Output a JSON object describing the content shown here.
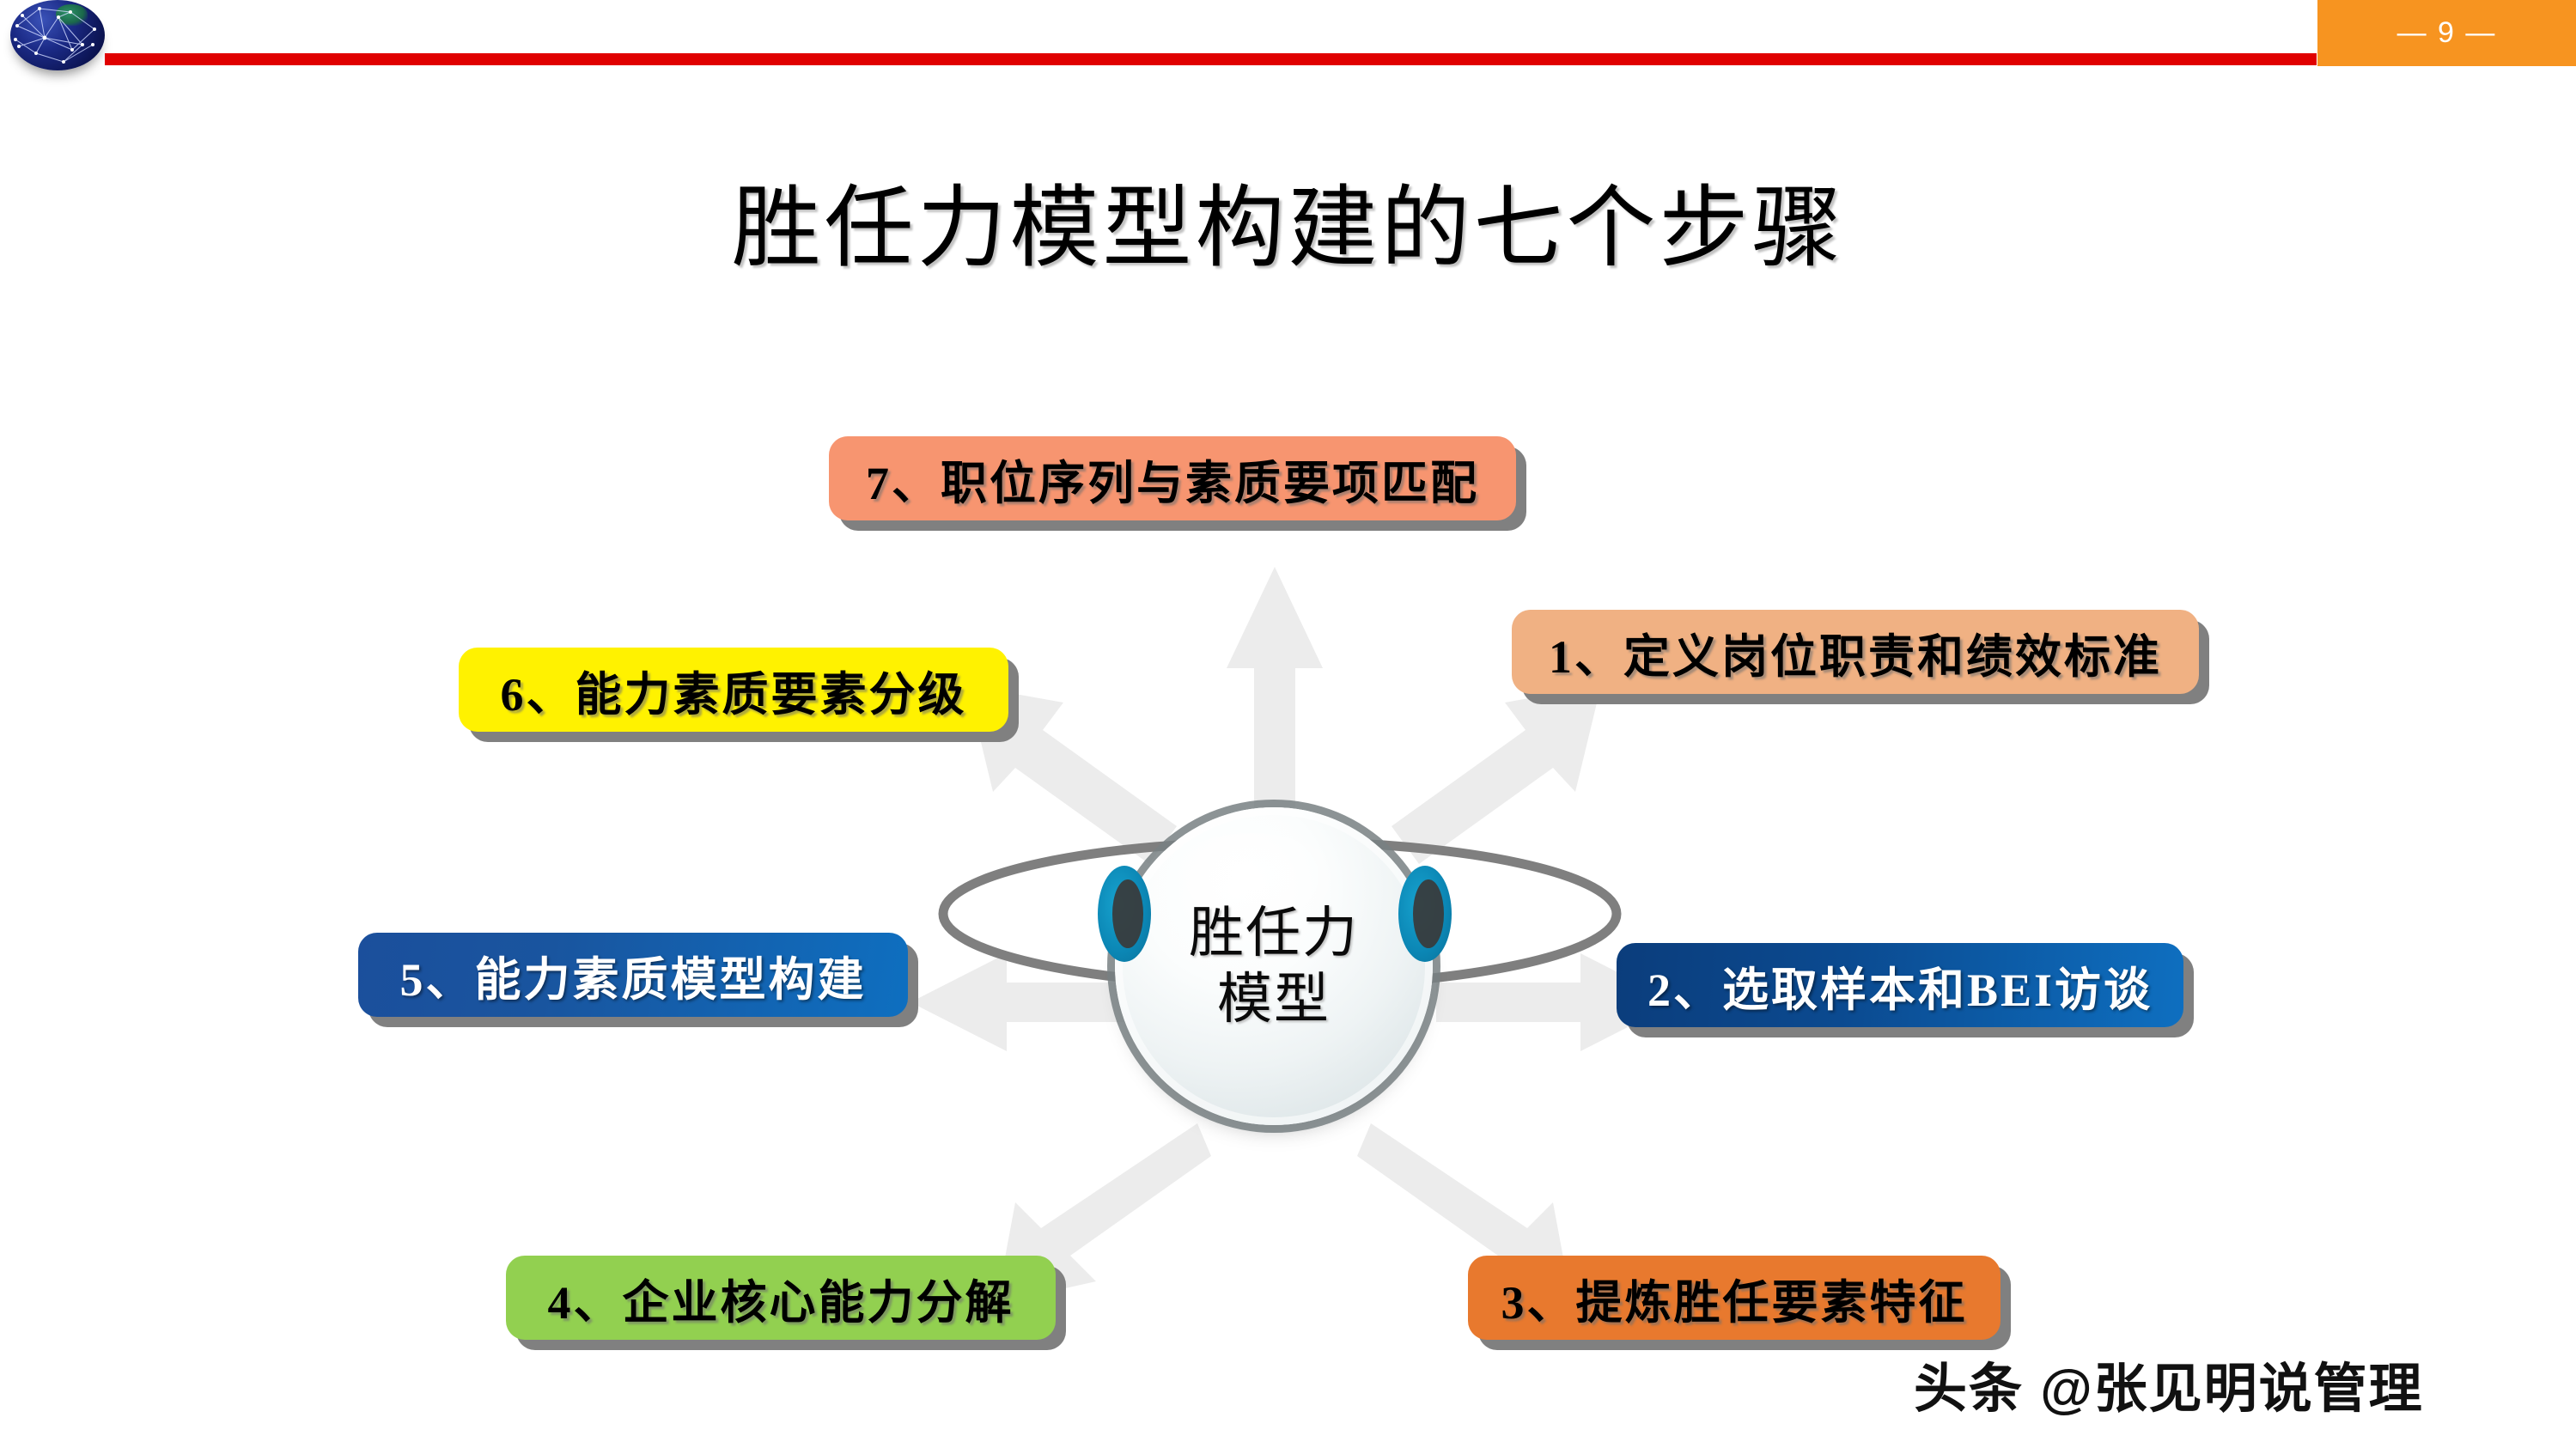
{
  "header": {
    "page_number": "— 9 —",
    "logo_icon": "globe-network-icon",
    "badge_color": "#F79420",
    "rule_color": "#E00000"
  },
  "title": "胜任力模型构建的七个步骤",
  "center": {
    "line1": "胜任力",
    "line2": "模型"
  },
  "steps": [
    {
      "id": "step7",
      "label": "7、职位序列与素质要项匹配",
      "color": "#F79570",
      "text_color": "#000000"
    },
    {
      "id": "step1",
      "label": "1、定义岗位职责和绩效标准",
      "color": "#F0B183",
      "text_color": "#000000"
    },
    {
      "id": "step6",
      "label": "6、能力素质要素分级",
      "color": "#FFF200",
      "text_color": "#000000"
    },
    {
      "id": "step5",
      "label": "5、能力素质模型构建",
      "color": "#1B4F9C",
      "text_color": "#FFFFFF"
    },
    {
      "id": "step2",
      "label": "2、选取样本和BEI访谈",
      "color": "#0E6FC0",
      "text_color": "#FFFFFF"
    },
    {
      "id": "step4",
      "label": "4、企业核心能力分解",
      "color": "#92D050",
      "text_color": "#000000"
    },
    {
      "id": "step3",
      "label": "3、提炼胜任要素特征",
      "color": "#E8792E",
      "text_color": "#000000"
    }
  ],
  "arrows": [
    {
      "name": "arrow-up",
      "direction": "up"
    },
    {
      "name": "arrow-up-left",
      "direction": "up-left"
    },
    {
      "name": "arrow-up-right",
      "direction": "up-right"
    },
    {
      "name": "arrow-left",
      "direction": "left"
    },
    {
      "name": "arrow-right",
      "direction": "right"
    },
    {
      "name": "arrow-down-left",
      "direction": "down-left"
    },
    {
      "name": "arrow-down-right",
      "direction": "down-right"
    }
  ],
  "watermark": "头条 @张见明说管理",
  "colors": {
    "arrow": "#ECECEC",
    "orbit": "#7F7F7F",
    "teal": "#0E86B8",
    "shadow": "#808080"
  }
}
